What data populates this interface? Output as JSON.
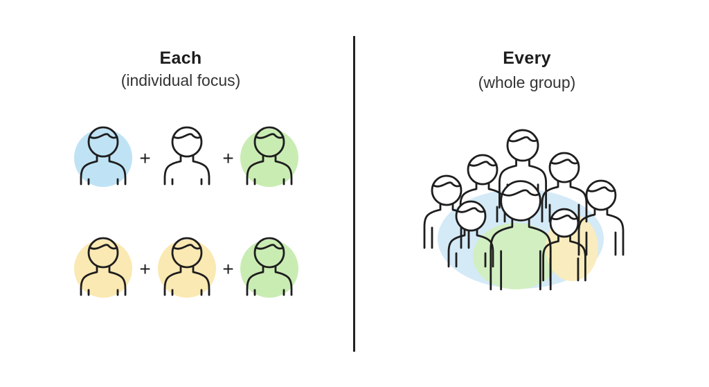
{
  "left_panel": {
    "title": "Each",
    "subtitle": "(individual focus)",
    "rows": [
      [
        "blue",
        "none",
        "green"
      ],
      [
        "yellow",
        "yellow",
        "green"
      ]
    ],
    "operator": "+"
  },
  "right_panel": {
    "title": "Every",
    "subtitle": "(whole group)"
  },
  "colors": {
    "blue": "#bfe3f5",
    "green": "#c9ecb3",
    "yellow": "#fbe9b3",
    "stroke": "#1e1e1e",
    "group_blue": "#cce6f6",
    "group_green": "#d2efbf",
    "group_yellow": "#fbecbc"
  },
  "icons": {
    "person": "person-outline-icon",
    "group": "group-of-people-icon"
  }
}
